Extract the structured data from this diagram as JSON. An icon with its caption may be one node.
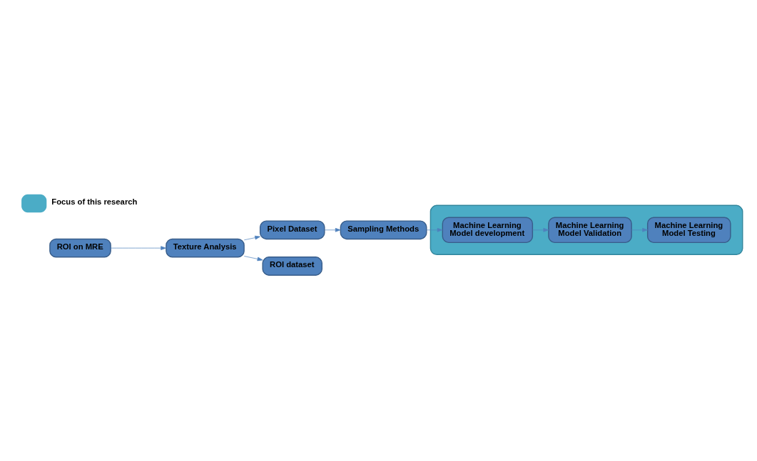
{
  "diagram": {
    "nodes": [
      {
        "text": [
          "ROI on MRE"
        ]
      },
      {
        "text": [
          "Texture Analysis"
        ]
      },
      {
        "text": [
          "Pixel Dataset"
        ]
      },
      {
        "text": [
          "Sampling Methods"
        ]
      },
      {
        "text": [
          "ROI dataset"
        ]
      },
      {
        "text": [],
        "shape": "box"
      },
      {
        "text": [
          "Machine Learning Model development"
        ],
        "in": 5
      },
      {
        "text": [
          "Machine Learning Model Validation"
        ],
        "in": 5
      },
      {
        "text": [
          "Machine Learning Model Testing"
        ],
        "in": 5
      }
    ],
    "edges": [
      {
        "from": 0,
        "to": 1,
        "arrow": "to"
      },
      {
        "from": 1,
        "to": 2,
        "arrow": "to"
      },
      {
        "from": 1,
        "to": 4,
        "arrow": "to"
      },
      {
        "from": 2,
        "to": 3,
        "arrow": "to"
      },
      {
        "from": 3,
        "to": 6,
        "arrow": "to"
      },
      {
        "from": 6,
        "to": 7,
        "arrow": "to"
      },
      {
        "from": 7,
        "to": 8,
        "arrow": "to"
      }
    ],
    "legend": [
      {
        "text": "Focus of this research",
        "color": "#4bacc6"
      }
    ]
  }
}
